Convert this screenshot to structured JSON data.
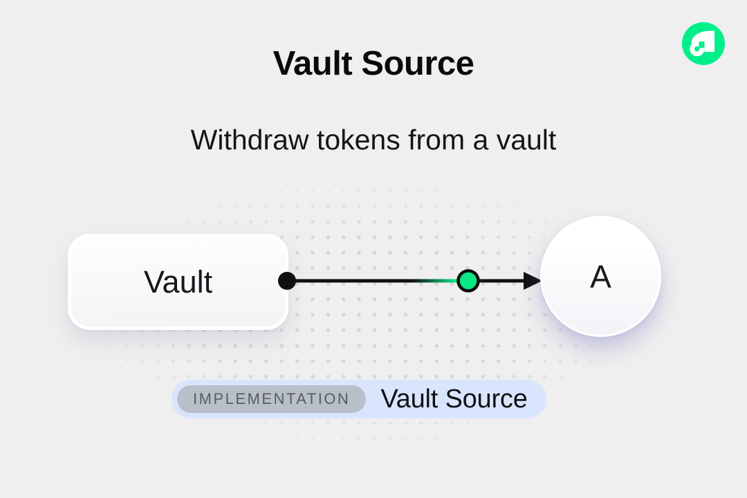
{
  "page": {
    "background_color": "#efefef"
  },
  "brand": {
    "logo": "flow-logo",
    "green": "#00ef8b"
  },
  "header": {
    "title": "Vault Source",
    "subtitle": "Withdraw tokens from a vault"
  },
  "diagram": {
    "source_node": {
      "label": "Vault",
      "shape": "rounded-rectangle"
    },
    "target_node": {
      "label": "A",
      "shape": "circle"
    },
    "connector": {
      "type": "arrow",
      "direction": "left-to-right",
      "line_color": "#101010",
      "token_dot_color": "#0be583"
    }
  },
  "badge": {
    "tag_label": "IMPLEMENTATION",
    "value_label": "Vault Source",
    "container_color": "#d9e5fc",
    "tag_color": "#b9bfc9"
  }
}
